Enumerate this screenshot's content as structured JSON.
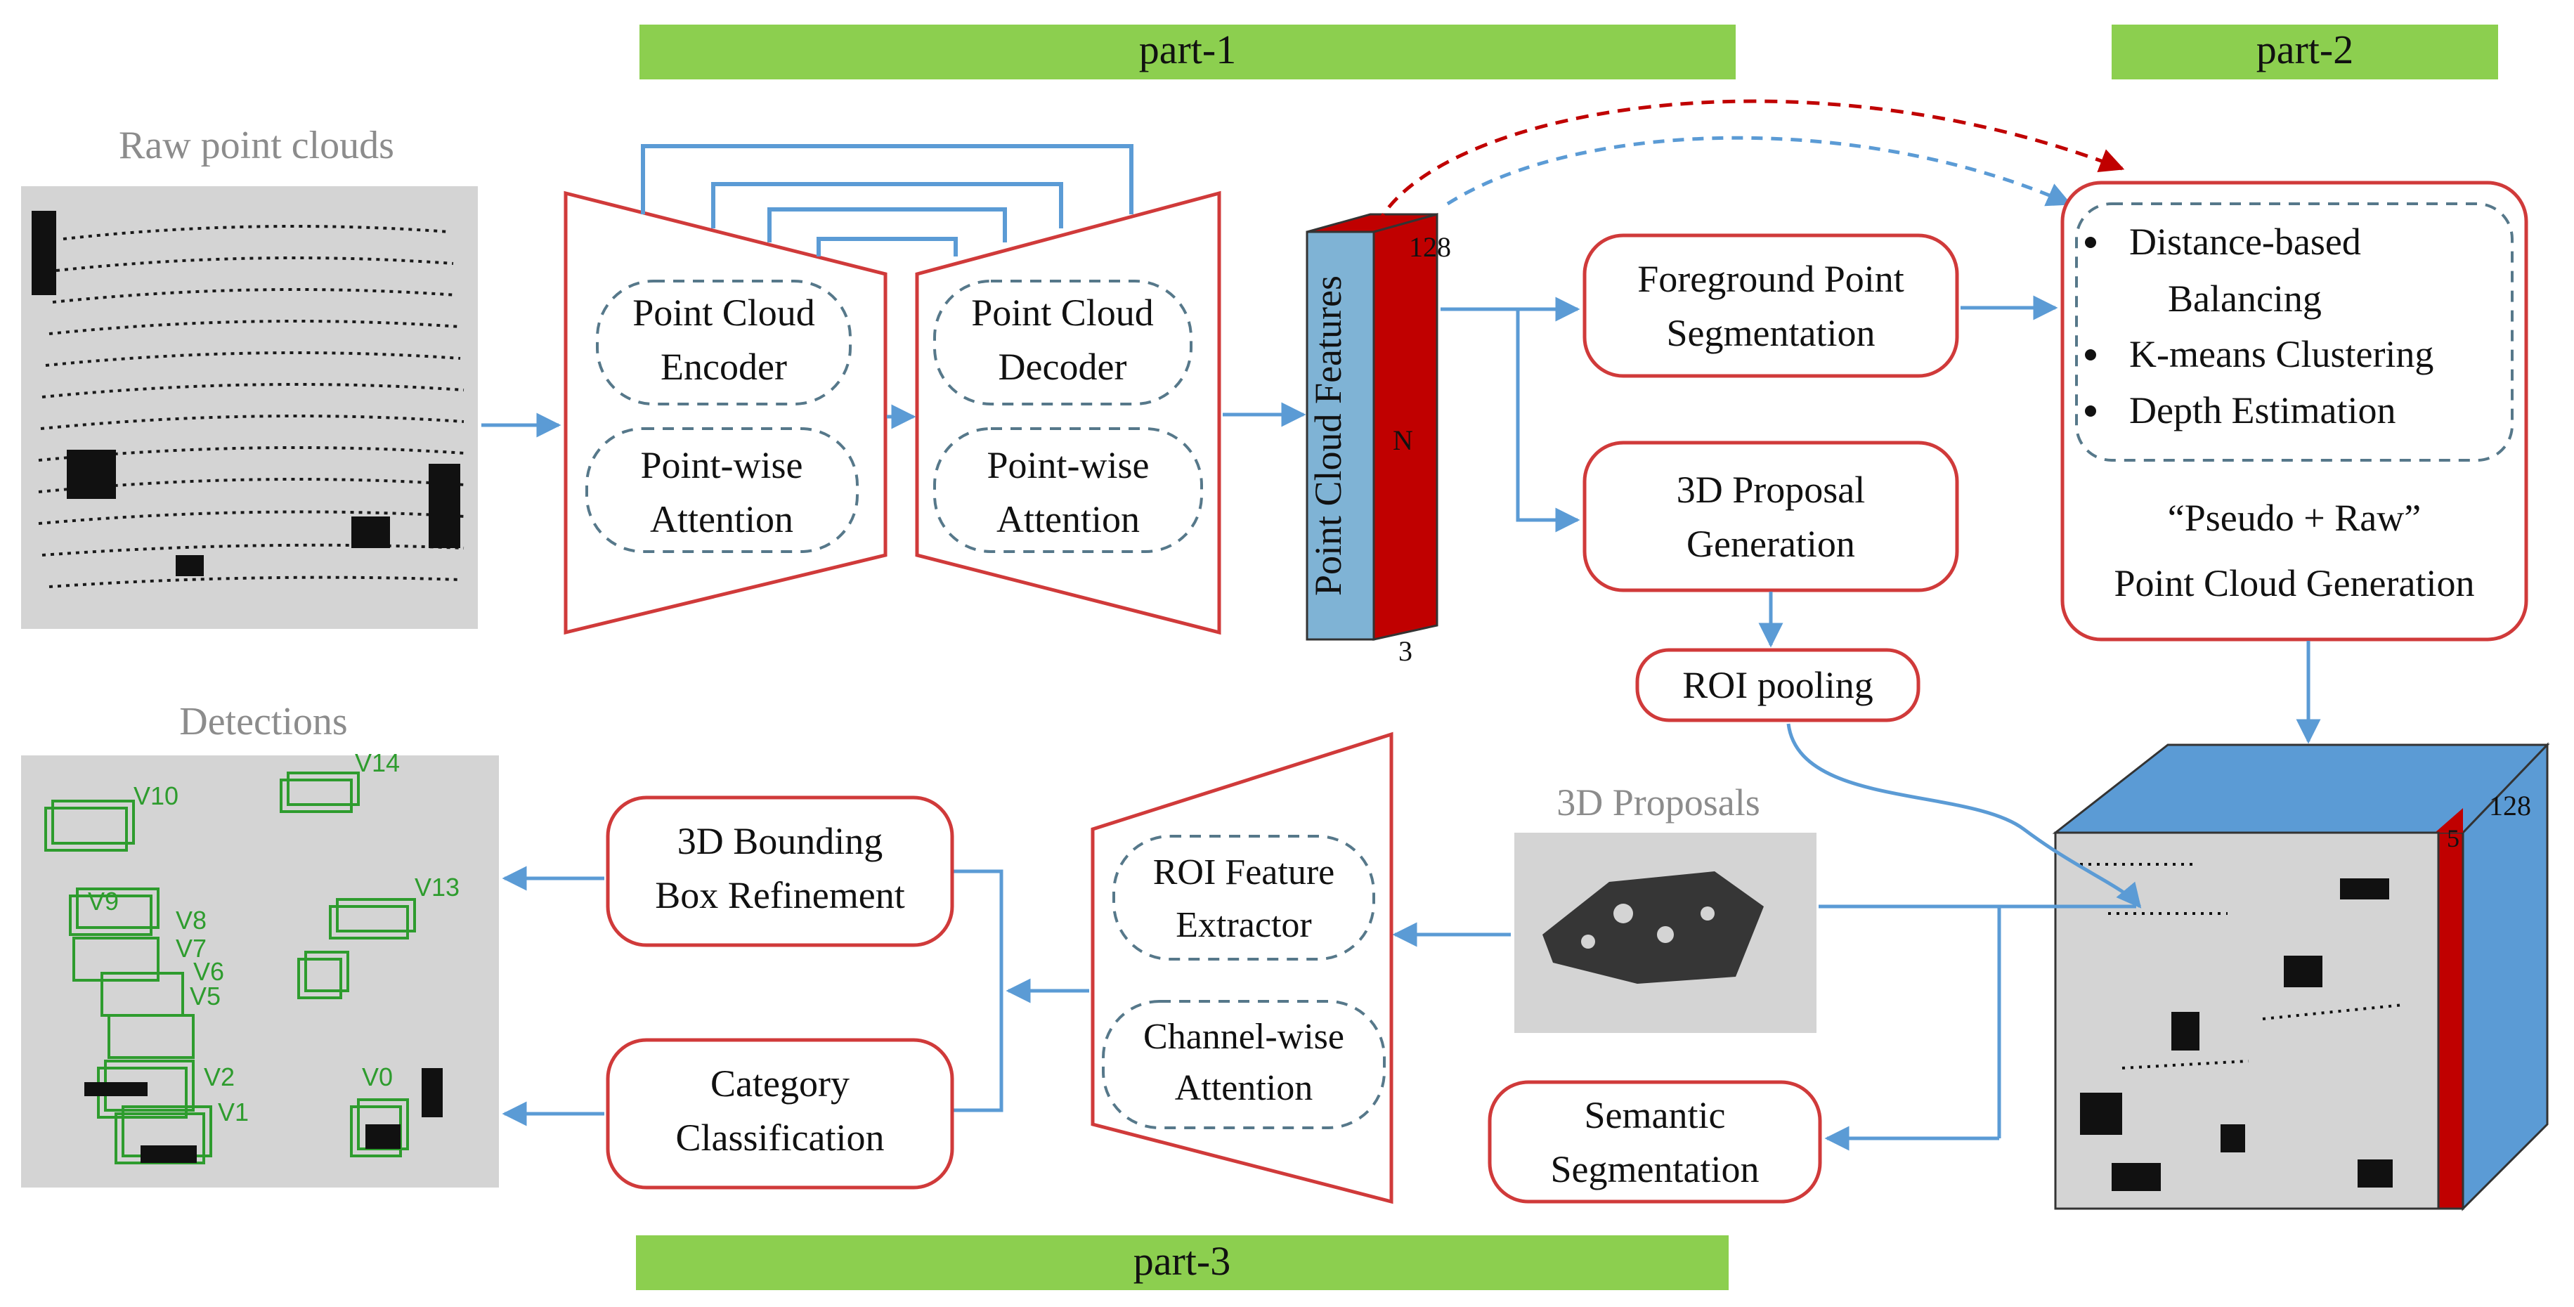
{
  "colors": {
    "part_bar": "#8ccf4f",
    "arrow_blue": "#5b9bd5",
    "box_red": "#d03a3a",
    "dashed_teal": "#56788a",
    "cube_blue": "#5b9bd5",
    "cube_red": "#c00000",
    "panel_gray": "#d4d4d4",
    "label_gray": "#8c8c8c",
    "detection_green": "#2e9c2e"
  },
  "parts": {
    "part1": "part-1",
    "part2": "part-2",
    "part3": "part-3"
  },
  "inputs": {
    "raw_title": "Raw point clouds",
    "detections_title": "Detections",
    "proposals_title": "3D Proposals"
  },
  "backbone": {
    "encoder": {
      "line1": "Point Cloud",
      "line2": "Encoder"
    },
    "encoder_attention": {
      "line1": "Point-wise",
      "line2": "Attention"
    },
    "decoder": {
      "line1": "Point Cloud",
      "line2": "Decoder"
    },
    "decoder_attention": {
      "line1": "Point-wise",
      "line2": "Attention"
    }
  },
  "features": {
    "label": "Point Cloud Features",
    "dim_c": "128",
    "dim_n": "N",
    "dim_3": "3"
  },
  "stage1": {
    "foreground": {
      "line1": "Foreground Point",
      "line2": "Segmentation"
    },
    "proposal": {
      "line1": "3D Proposal",
      "line2": "Generation"
    },
    "roi_pooling": "ROI pooling"
  },
  "part2_box": {
    "items": [
      {
        "line1": "Distance-based",
        "line2": "Balancing"
      },
      {
        "line1": "K-means Clustering"
      },
      {
        "line1": "Depth Estimation"
      }
    ],
    "caption_line1": "“Pseudo + Raw”",
    "caption_line2": "Point Cloud Generation"
  },
  "cube2": {
    "dim_c": "128",
    "dim_5": "5"
  },
  "part3": {
    "roi_extractor": {
      "line1": "ROI Feature",
      "line2": "Extractor"
    },
    "channel_attention": {
      "line1": "Channel-wise",
      "line2": "Attention"
    },
    "bbox_refine": {
      "line1": "3D Bounding",
      "line2": "Box Refinement"
    },
    "classification": {
      "line1": "Category",
      "line2": "Classification"
    },
    "semantic": {
      "line1": "Semantic",
      "line2": "Segmentation"
    }
  },
  "detection_labels": [
    "V10",
    "V14",
    "V9",
    "V8",
    "V13",
    "V7",
    "V6",
    "V5",
    "V2",
    "V0",
    "V1"
  ]
}
